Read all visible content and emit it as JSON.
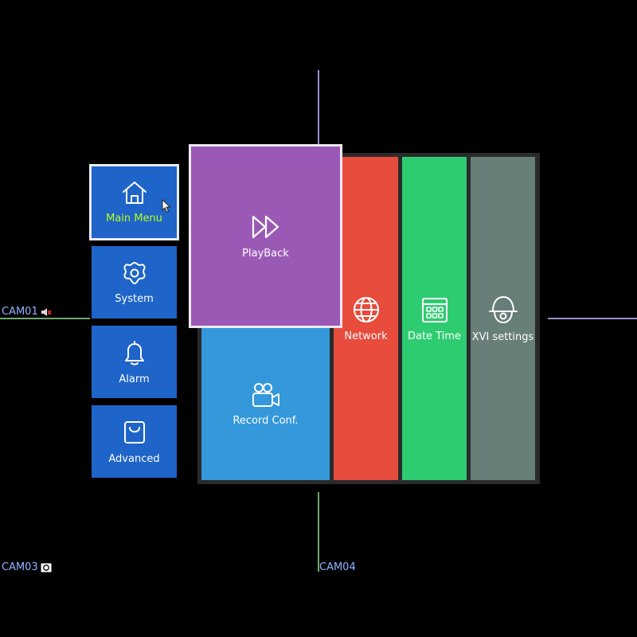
{
  "cameras": {
    "cam01": "CAM01",
    "cam03": "CAM03",
    "cam04": "CAM04"
  },
  "sidebar": {
    "items": [
      {
        "label": "Main Menu",
        "icon": "home-icon",
        "active": true
      },
      {
        "label": "System",
        "icon": "gear-icon"
      },
      {
        "label": "Alarm",
        "icon": "bell-icon"
      },
      {
        "label": "Advanced",
        "icon": "bag-icon"
      }
    ]
  },
  "tiles": {
    "playback": {
      "label": "PlayBack",
      "icon": "fast-forward-icon",
      "color": "#9b59b6"
    },
    "record": {
      "label": "Record Conf.",
      "icon": "video-camera-icon",
      "color": "#3498db"
    },
    "network": {
      "label": "Network",
      "icon": "globe-icon",
      "color": "#e74c3c"
    },
    "datetime": {
      "label": "Date Time",
      "icon": "calendar-icon",
      "color": "#2ecc71"
    },
    "xvi": {
      "label": "XVI settings",
      "icon": "dome-camera-icon",
      "color": "#677e79"
    }
  },
  "colors": {
    "active_label": "#b6ff1a",
    "sidebar_bg": "#1f64c8",
    "cam_label": "#8fb4ff"
  }
}
